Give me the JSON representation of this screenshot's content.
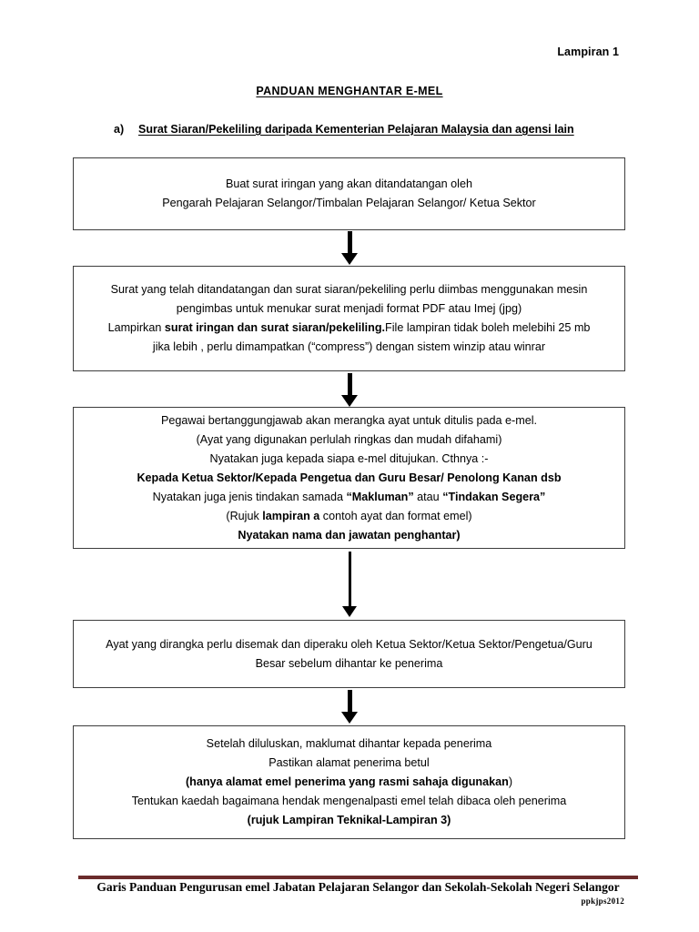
{
  "header": {
    "lampiran_label": "Lampiran 1",
    "title": "PANDUAN MENGHANTAR E-MEL",
    "section_marker": "a)",
    "section_text": "Surat Siaran/Pekeliling daripada Kementerian Pelajaran Malaysia dan agensi lain"
  },
  "flow": {
    "box1": {
      "line1": "Buat surat iringan yang akan  ditandatangan oleh",
      "line2": "Pengarah Pelajaran Selangor/Timbalan Pelajaran Selangor/ Ketua Sektor"
    },
    "box2": {
      "line1": "Surat yang telah ditandatangan dan surat siaran/pekeliling perlu diimbas menggunakan mesin",
      "line2": "pengimbas untuk menukar surat menjadi format PDF atau Imej (jpg)",
      "line3_a": "Lampirkan ",
      "line3_b": "surat iringan dan surat siaran/pekeliling.",
      "line3_c": "File lampiran tidak boleh melebihi 25 mb",
      "line4": "jika lebih , perlu dimampatkan (“compress”) dengan sistem winzip atau winrar"
    },
    "box3": {
      "line1": "Pegawai bertanggungjawab akan merangka ayat untuk ditulis pada e-mel.",
      "line2": "(Ayat yang digunakan perlulah ringkas dan mudah difahami)",
      "line3": "Nyatakan juga kepada siapa e-mel ditujukan. Cthnya :-",
      "line4": "Kepada Ketua Sektor/Kepada Pengetua dan Guru Besar/ Penolong Kanan dsb",
      "line5_a": "Nyatakan juga jenis tindakan samada  ",
      "line5_b": "“Makluman”",
      "line5_c": " atau ",
      "line5_d": "“Tindakan Segera”",
      "line6_a": "(Rujuk ",
      "line6_b": "lampiran a",
      "line6_c": " contoh ayat dan format emel)",
      "line7": "Nyatakan nama dan jawatan penghantar)"
    },
    "box4": {
      "line1": "Ayat yang dirangka perlu disemak dan diperaku oleh Ketua Sektor/Ketua Sektor/Pengetua/Guru",
      "line2": "Besar sebelum dihantar ke penerima"
    },
    "box5": {
      "line1": "Setelah diluluskan, maklumat dihantar kepada penerima",
      "line2": "Pastikan alamat penerima betul",
      "line3_a": "(hanya alamat emel penerima yang rasmi sahaja digunakan",
      "line3_b": ")",
      "line4": "Tentukan kaedah bagaimana hendak mengenalpasti emel telah dibaca oleh penerima",
      "line5": "(rujuk Lampiran Teknikal-Lampiran 3)"
    }
  },
  "footer": {
    "text": "Garis Panduan Pengurusan emel Jabatan Pelajaran Selangor dan Sekolah-Sekolah Negeri Selangor",
    "code": "ppkjps2012",
    "rule_color": "#6b2b2b"
  }
}
